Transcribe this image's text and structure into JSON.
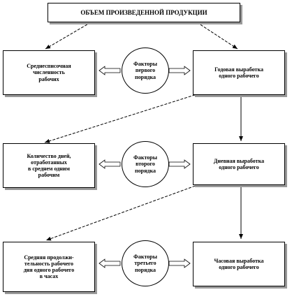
{
  "diagram": {
    "title": "ОБЪЕМ ПРОИЗВЕДЕННОЙ ПРОДУКЦИИ",
    "levels": [
      {
        "left": "Среднесписочная\nчисленность\nрабочих",
        "factor": "Факторы\nпервого\nпорядка",
        "right": "Годовая выработка\nодного рабочего"
      },
      {
        "left": "Количество дней,\nотработанных\nв среднем одним\nрабочим",
        "factor": "Факторы\nвторого\nпорядка",
        "right": "Дневная выработка\nодного рабочего"
      },
      {
        "left": "Средняя продолжи-\nтельность рабочего\nдня одного рабочего\nв часах",
        "factor": "Факторы\nтретьего\nпорядка",
        "right": "Часовая выработка\nодного рабочего"
      }
    ]
  }
}
